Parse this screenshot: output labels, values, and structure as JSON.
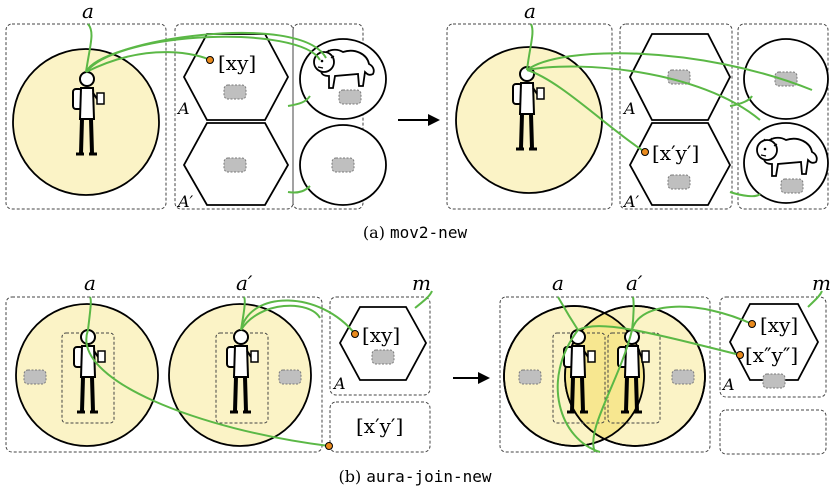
{
  "figure": {
    "panel_a": {
      "caption_prefix": "(a) ",
      "caption_code": "mov2-new",
      "before": {
        "agent_label": "a",
        "top_hex_label": "A",
        "bottom_hex_label": "A′",
        "location_tag": "[xy]"
      },
      "after": {
        "agent_label": "a",
        "top_hex_label": "A",
        "bottom_hex_label": "A′",
        "location_tag": "[x′y′]"
      }
    },
    "panel_b": {
      "caption_prefix": "(b) ",
      "caption_code": "aura-join-new",
      "before": {
        "agent_a_label": "a",
        "agent_a2_label": "a′",
        "message_label": "m",
        "hex_label": "A",
        "location_tag_1": "[xy]",
        "location_tag_2": "[x′y′]"
      },
      "after": {
        "agent_a_label": "a",
        "agent_a2_label": "a′",
        "message_label": "m",
        "hex_label": "A",
        "location_tag_1": "[xy]",
        "location_tag_2": "[x″y″]"
      }
    },
    "transition_arrow": "→",
    "colors": {
      "aura_fill": "#fbf3c6",
      "aura_overlap": "#f7e790",
      "link": "#5bb846",
      "dot": "#e98a1d",
      "token": "#bfbfbf"
    }
  }
}
